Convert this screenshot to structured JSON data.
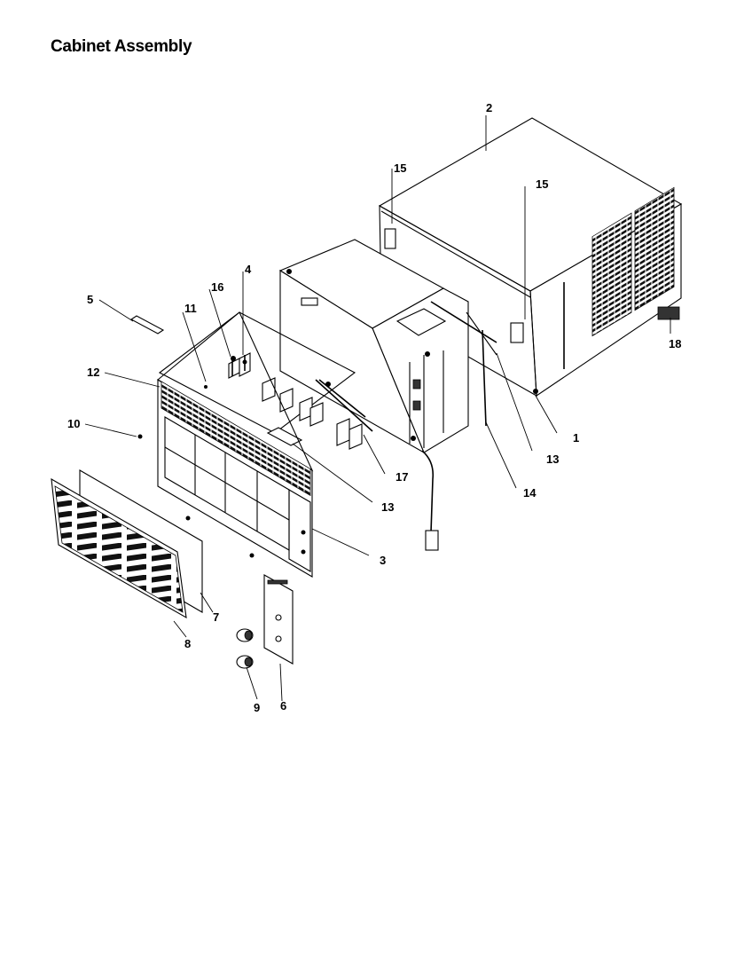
{
  "title": "Cabinet Assembly",
  "callouts": [
    {
      "id": "c1",
      "label": "1"
    },
    {
      "id": "c2",
      "label": "2"
    },
    {
      "id": "c3",
      "label": "3"
    },
    {
      "id": "c4",
      "label": "4"
    },
    {
      "id": "c5",
      "label": "5"
    },
    {
      "id": "c6",
      "label": "6"
    },
    {
      "id": "c7",
      "label": "7"
    },
    {
      "id": "c8",
      "label": "8"
    },
    {
      "id": "c9",
      "label": "9"
    },
    {
      "id": "c10",
      "label": "10"
    },
    {
      "id": "c11",
      "label": "11"
    },
    {
      "id": "c12",
      "label": "12"
    },
    {
      "id": "c13a",
      "label": "13"
    },
    {
      "id": "c13b",
      "label": "13"
    },
    {
      "id": "c14",
      "label": "14"
    },
    {
      "id": "c15a",
      "label": "15"
    },
    {
      "id": "c15b",
      "label": "15"
    },
    {
      "id": "c16",
      "label": "16"
    },
    {
      "id": "c17",
      "label": "17"
    },
    {
      "id": "c18",
      "label": "18"
    }
  ]
}
